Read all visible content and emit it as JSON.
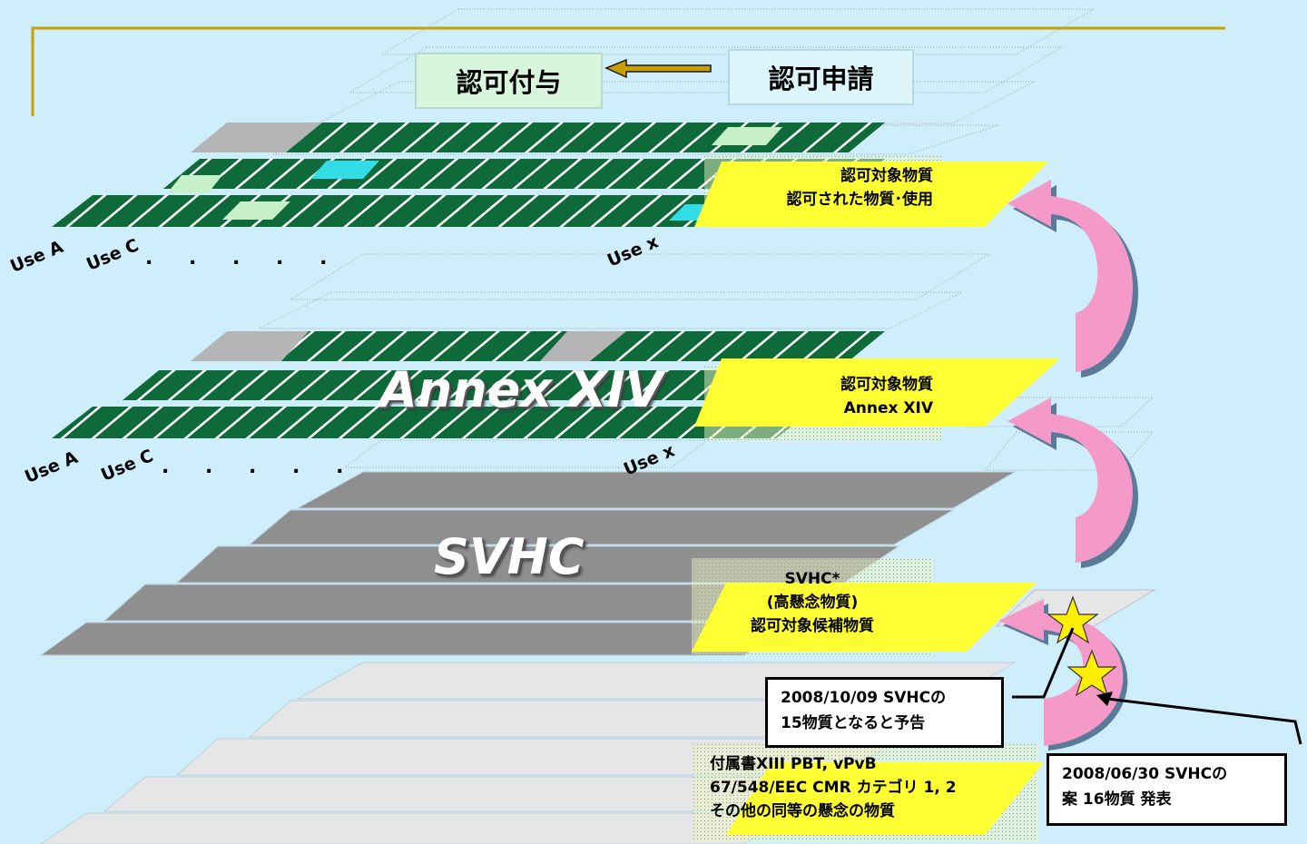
{
  "flow": {
    "grant_label": "認可付与",
    "apply_label": "認可申請"
  },
  "tiers": {
    "authorized": {
      "line1": "認可対象物質",
      "line2": "認可された物質･使用"
    },
    "annex": {
      "line1": "認可対象物質",
      "line2": "Annex XIV",
      "title": "Annex XIV"
    },
    "svhc": {
      "line1": "SVHC*",
      "line2": "(高懸念物質)",
      "line3": "認可対象候補物質",
      "title": "SVHC"
    },
    "base": {
      "line1": "付属書XIII PBT, vPvB",
      "line2": "67/548/EEC CMR カテゴリ 1, 2",
      "line3": "その他の同等の懸念の物質"
    }
  },
  "uses": {
    "use_a": "Use A",
    "use_c": "Use C",
    "use_x": "Use x",
    "ellipsis": ". . . . ."
  },
  "notes": {
    "note_2008_10": {
      "line1": "2008/10/09  SVHCの",
      "line2": "15物質となると予告"
    },
    "note_2008_06": {
      "line1": "2008/06/30  SVHCの",
      "line2": "案  16物質  発表"
    }
  },
  "colors": {
    "background": "#cfeefc",
    "strip_green": "#0f6a3a",
    "strip_gray": "#8f8f8f",
    "strip_light": "#e6e6e6",
    "label_yellow": "#ffff33",
    "arrow_pink": "#f59ac8",
    "star_yellow": "#ffee00",
    "header_line": "#c8a000"
  }
}
